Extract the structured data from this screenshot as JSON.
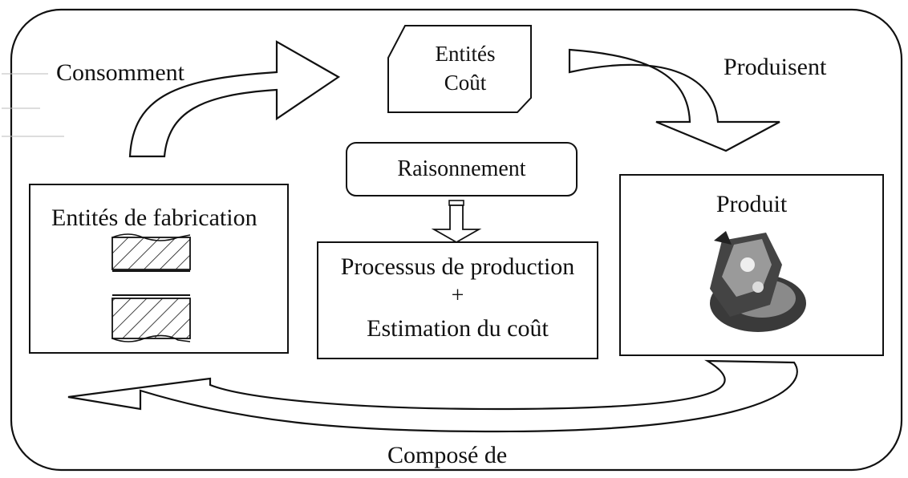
{
  "labels": {
    "consomment": "Consomment",
    "produisent": "Produisent",
    "compose_de": "Composé de",
    "entites_cout_line1": "Entités",
    "entites_cout_line2": "Coût",
    "raisonnement": "Raisonnement",
    "entites_fabrication": "Entités de fabrication",
    "produit": "Produit",
    "processus_line1": "Processus de production",
    "processus_plus": "+",
    "processus_line2": "Estimation du coût"
  },
  "colors": {
    "stroke": "#111111",
    "background": "#ffffff",
    "product_dark": "#3a3a3a",
    "product_mid": "#8a8a8a"
  }
}
